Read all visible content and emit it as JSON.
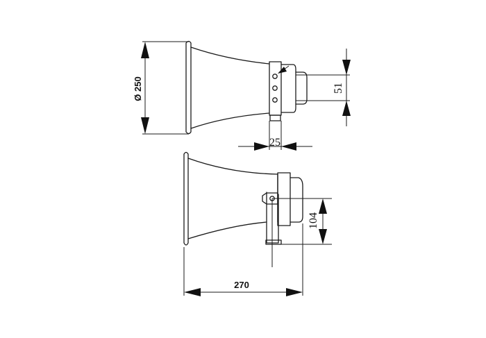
{
  "dimensions": {
    "diameter": "Ø 250",
    "mount_height": "51",
    "bracket_width": "25",
    "bracket_height": "104",
    "overall_length": "270"
  }
}
